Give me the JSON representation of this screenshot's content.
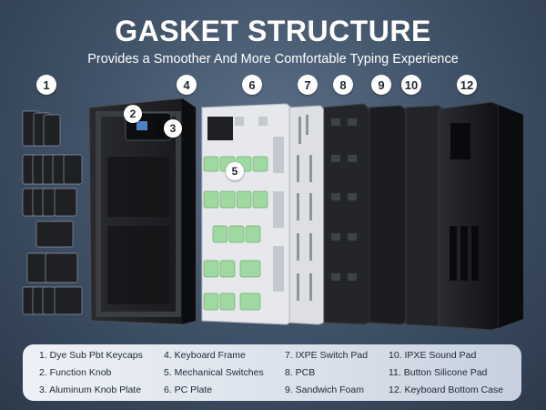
{
  "header": {
    "title": "GASKET STRUCTURE",
    "subtitle": "Provides a Smoother And More Comfortable Typing Experience"
  },
  "badges": [
    "1",
    "2",
    "3",
    "4",
    "5",
    "6",
    "7",
    "8",
    "9",
    "10",
    "12"
  ],
  "legend": {
    "col1": [
      "1. Dye Sub Pbt Keycaps",
      "2. Function Knob",
      "3. Aluminum Knob Plate"
    ],
    "col2": [
      "4. Keyboard Frame",
      "5. Mechanical Switches",
      "6. PC Plate"
    ],
    "col3": [
      "7. IXPE Switch Pad",
      "8. PCB",
      "9. Sandwich Foam"
    ],
    "col4": [
      "10. IPXE Sound Pad",
      "11. Button Silicone Pad",
      "12. Keyboard Bottom Case"
    ]
  },
  "colors": {
    "background": "#42546a",
    "switch_green": "#9fd8a0",
    "pc_plate": "#e8e8ec",
    "dark_layer": "#1e1f22"
  }
}
